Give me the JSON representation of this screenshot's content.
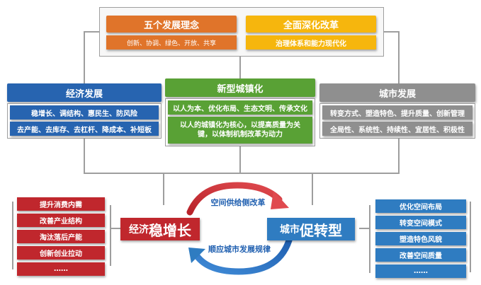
{
  "top": {
    "concept": {
      "title": "五个发展理念",
      "sub": "创新、协调、绿色、开放、共享"
    },
    "reform": {
      "title": "全面深化改革",
      "sub": "治理体系和能力现代化"
    }
  },
  "economy": {
    "title": "经济发展",
    "rows": [
      "稳增长、调结构、惠民生、防风险",
      "去产能、去库存、去杠杆、降成本、补短板"
    ]
  },
  "urbanization": {
    "title": "新型城镇化",
    "rows": [
      "以人为本、优化布局、生态文明、传承文化",
      "以人的城镇化为核心，以提高质量为关键，以体制机制改革为动力"
    ]
  },
  "city": {
    "title": "城市发展",
    "rows": [
      "转变方式、塑造特色、提升质量、创新管理",
      "全局性、系统性、持续性、宜居性、积极性"
    ]
  },
  "bottom_left": {
    "items": [
      "提升消费内需",
      "改善产业结构",
      "淘汰落后产能",
      "创新创业拉动",
      "……"
    ],
    "label_prefix": "经济",
    "label_main": "稳增长"
  },
  "bottom_right": {
    "items": [
      "优化空间布局",
      "转变空间模式",
      "塑造特色风貌",
      "改善空间质量",
      "……"
    ],
    "label_prefix": "城市",
    "label_main": "促转型"
  },
  "cycle": {
    "top_text": "空间供给侧改革",
    "bottom_text": "顺应城市发展规律"
  },
  "colors": {
    "orange": "#e0742a",
    "yellow": "#f6b60d",
    "blue": "#2764b0",
    "green": "#59a135",
    "gray": "#8f8f8f",
    "red": "#c0272d",
    "light_blue": "#2f7cc1"
  }
}
